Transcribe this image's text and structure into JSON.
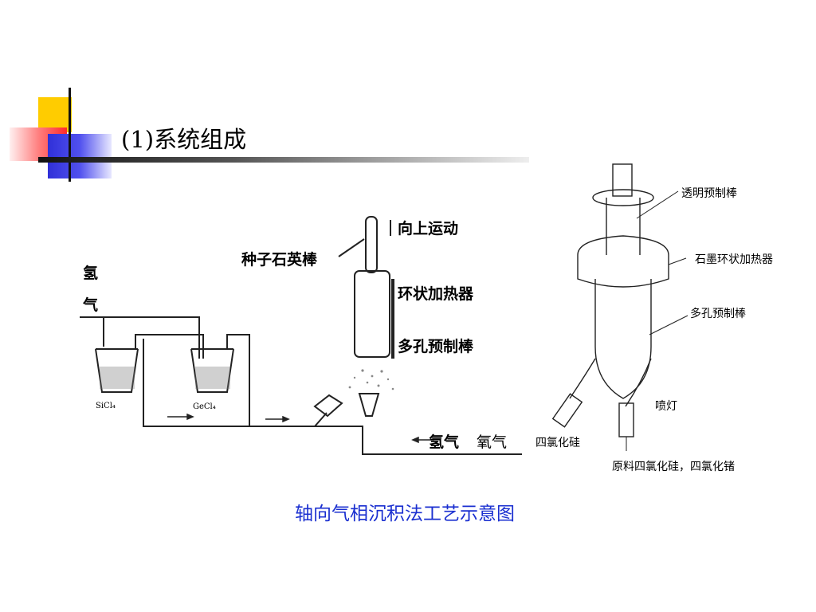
{
  "slide": {
    "title": "(1)系统组成",
    "caption": "轴向气相沉积法工艺示意图"
  },
  "left_diagram": {
    "labels": {
      "gas_in_line1": "氢",
      "gas_in_line2": "气",
      "bottle1": "SiCl₄",
      "bottle2": "GeCl₄",
      "seed_rod": "种子石英棒",
      "upward": "向上运动",
      "ring_heater": "环状加热器",
      "porous_preform": "多孔预制棒",
      "hydrogen": "氢气",
      "oxygen": "氧气"
    }
  },
  "right_diagram": {
    "labels": {
      "transparent_preform": "透明预制棒",
      "graphite_heater": "石墨环状加热器",
      "porous_preform": "多孔预制棒",
      "torch": "喷灯",
      "sicl4": "四氯化硅",
      "feed": "原料四氯化硅，四氯化锗"
    }
  },
  "colors": {
    "caption": "#1a2fd0",
    "deco_yellow": "#ffcc00",
    "deco_red": "#ff3b3b",
    "deco_blue": "#3333dd"
  }
}
